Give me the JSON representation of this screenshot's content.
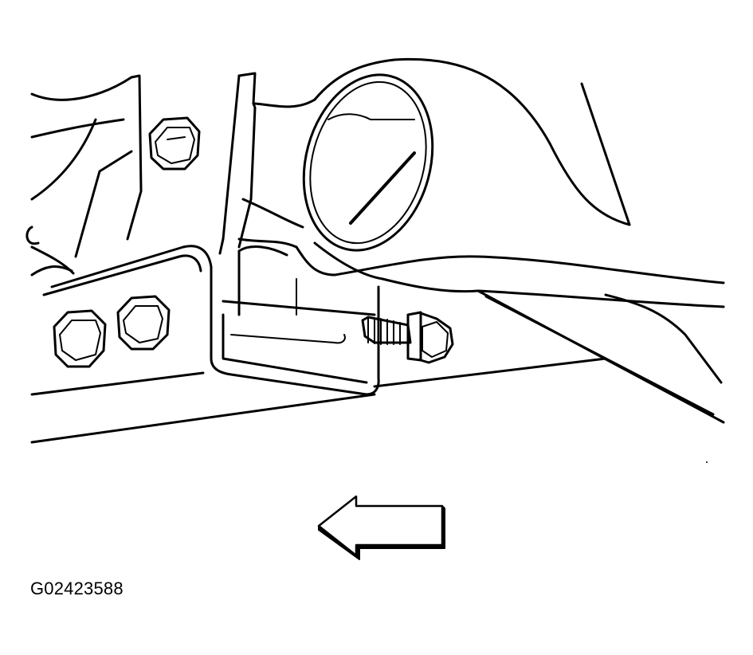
{
  "figure": {
    "caption_id": "G02423588",
    "line_color": "#000000",
    "fill_color": "#ffffff",
    "components": [
      "engine-mount-bracket",
      "mount-bolt",
      "frame-rail",
      "flange-bolts",
      "direction-arrow"
    ],
    "arrow_direction": "left"
  }
}
